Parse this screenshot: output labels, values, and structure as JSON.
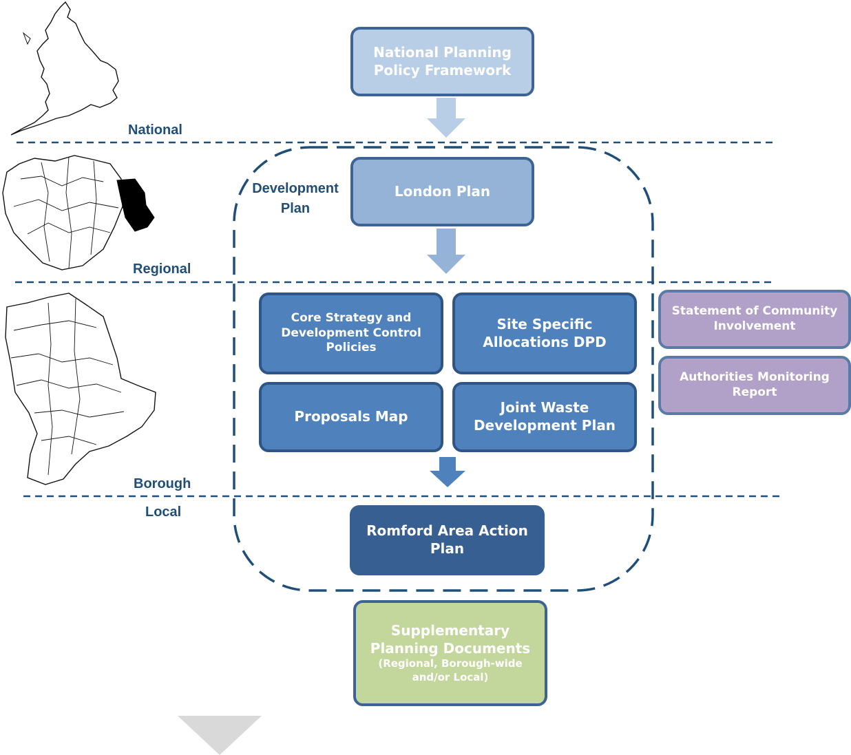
{
  "levels": {
    "national": "National",
    "regional": "Regional",
    "borough": "Borough",
    "local": "Local"
  },
  "development_plan_label": [
    "Development",
    "Plan"
  ],
  "boxes": {
    "npp": [
      "National Planning",
      "Policy Framework"
    ],
    "london": [
      "London Plan"
    ],
    "core": [
      "Core Strategy and",
      "Development Control",
      "Policies"
    ],
    "site": [
      "Site Specific",
      "Allocations DPD"
    ],
    "proposals": [
      "Proposals Map"
    ],
    "waste": [
      "Joint Waste",
      "Development Plan"
    ],
    "romford": [
      "Romford Area Action",
      "Plan"
    ],
    "spd": [
      "Supplementary",
      "Planning Documents"
    ],
    "spd_sub": [
      "(Regional, Borough-wide",
      "and/or Local)"
    ],
    "sci": [
      "Statement of Community",
      "Involvement"
    ],
    "amr": [
      "Authorities Monitoring",
      "Report"
    ]
  },
  "icons": {
    "england_map": "england-outline-map-icon",
    "london_map": "london-boroughs-map-icon",
    "borough_map": "havering-wards-map-icon"
  },
  "colors": {
    "dashed_line": "#1f4e79",
    "npp_fill": "#b8cde6",
    "london_fill": "#95b3d7",
    "mid_fill": "#4f81bd",
    "romford_fill": "#375f91",
    "spd_fill": "#c3d69b",
    "purple_fill": "#b1a0c7"
  }
}
